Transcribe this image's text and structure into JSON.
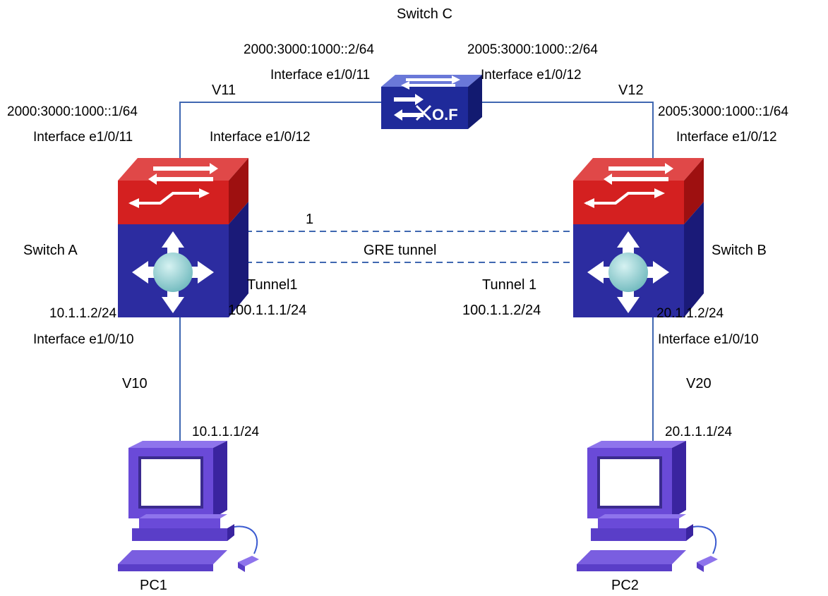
{
  "colors": {
    "link": "#3f67b1",
    "switch_red": "#d42020",
    "switch_blue": "#2b2b9c",
    "router_ball": "#9ed8d8",
    "pc_purple": "#6a4ad8"
  },
  "switch_c": {
    "name": "Switch C",
    "left_ip": "2000:3000:1000::2/64",
    "right_ip": "2005:3000:1000::2/64",
    "left_interface": "Interface e1/0/11",
    "right_interface": "Interface e1/0/12",
    "badge": "O.F"
  },
  "switch_a": {
    "name": "Switch A",
    "uplink_ip": "2000:3000:1000::1/64",
    "uplink_interface": "Interface e1/0/11",
    "side_interface": "Interface e1/0/12",
    "tunnel_name": "Tunnel1",
    "tunnel_ip": "100.1.1.1/24",
    "host_ip": "10.1.1.2/24",
    "host_interface": "Interface e1/0/10"
  },
  "switch_b": {
    "name": "Switch B",
    "uplink_ip": "2005:3000:1000::1/64",
    "uplink_interface": "Interface e1/0/12",
    "tunnel_name": "Tunnel 1",
    "tunnel_ip": "100.1.1.2/24",
    "host_ip": "20.1.1.2/24",
    "host_interface": "Interface e1/0/10"
  },
  "links": {
    "a_to_c_vlan": "V11",
    "c_to_b_vlan": "V12",
    "a_to_pc1_vlan": "V10",
    "b_to_pc2_vlan": "V20",
    "tunnel_number": "1",
    "tunnel_label": "GRE tunnel"
  },
  "pc1": {
    "name": "PC1",
    "ip": "10.1.1.1/24"
  },
  "pc2": {
    "name": "PC2",
    "ip": "20.1.1.1/24"
  }
}
